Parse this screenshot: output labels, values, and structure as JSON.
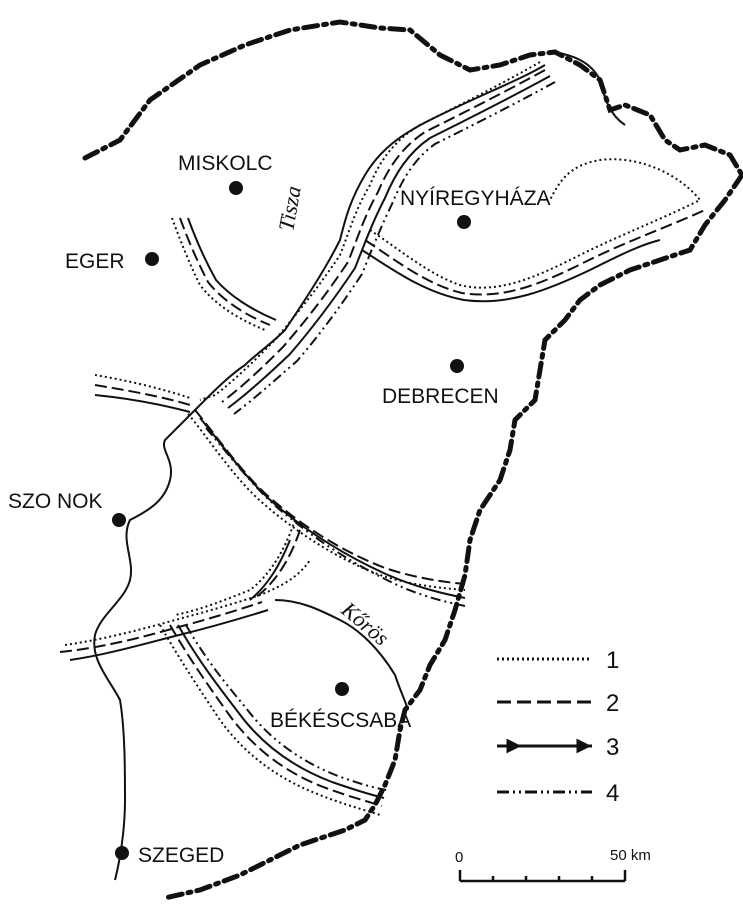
{
  "map": {
    "cities": [
      {
        "id": "miskolc",
        "name": "MISKOLC"
      },
      {
        "id": "nyiregyhaza",
        "name": "NYÍREGYHÁZA"
      },
      {
        "id": "eger",
        "name": "EGER"
      },
      {
        "id": "debrecen",
        "name": "DEBRECEN"
      },
      {
        "id": "szolnok",
        "name": "SZO NOK"
      },
      {
        "id": "bekescsaba",
        "name": "BÉKÉSCSABA"
      },
      {
        "id": "szeged",
        "name": "SZEGED"
      }
    ],
    "rivers": [
      {
        "id": "tisza",
        "name": "Tisza"
      },
      {
        "id": "koros",
        "name": "Kőrös"
      }
    ]
  },
  "legend": {
    "items": [
      {
        "number": "1",
        "line_style": "dotted"
      },
      {
        "number": "2",
        "line_style": "dashed"
      },
      {
        "number": "3",
        "line_style": "line-with-ticks"
      },
      {
        "number": "4",
        "line_style": "dash-dot-dot"
      }
    ]
  },
  "scale": {
    "start_label": "0",
    "end_label": "50 km"
  },
  "colors": {
    "ink": "#111111",
    "background": "#ffffff"
  }
}
